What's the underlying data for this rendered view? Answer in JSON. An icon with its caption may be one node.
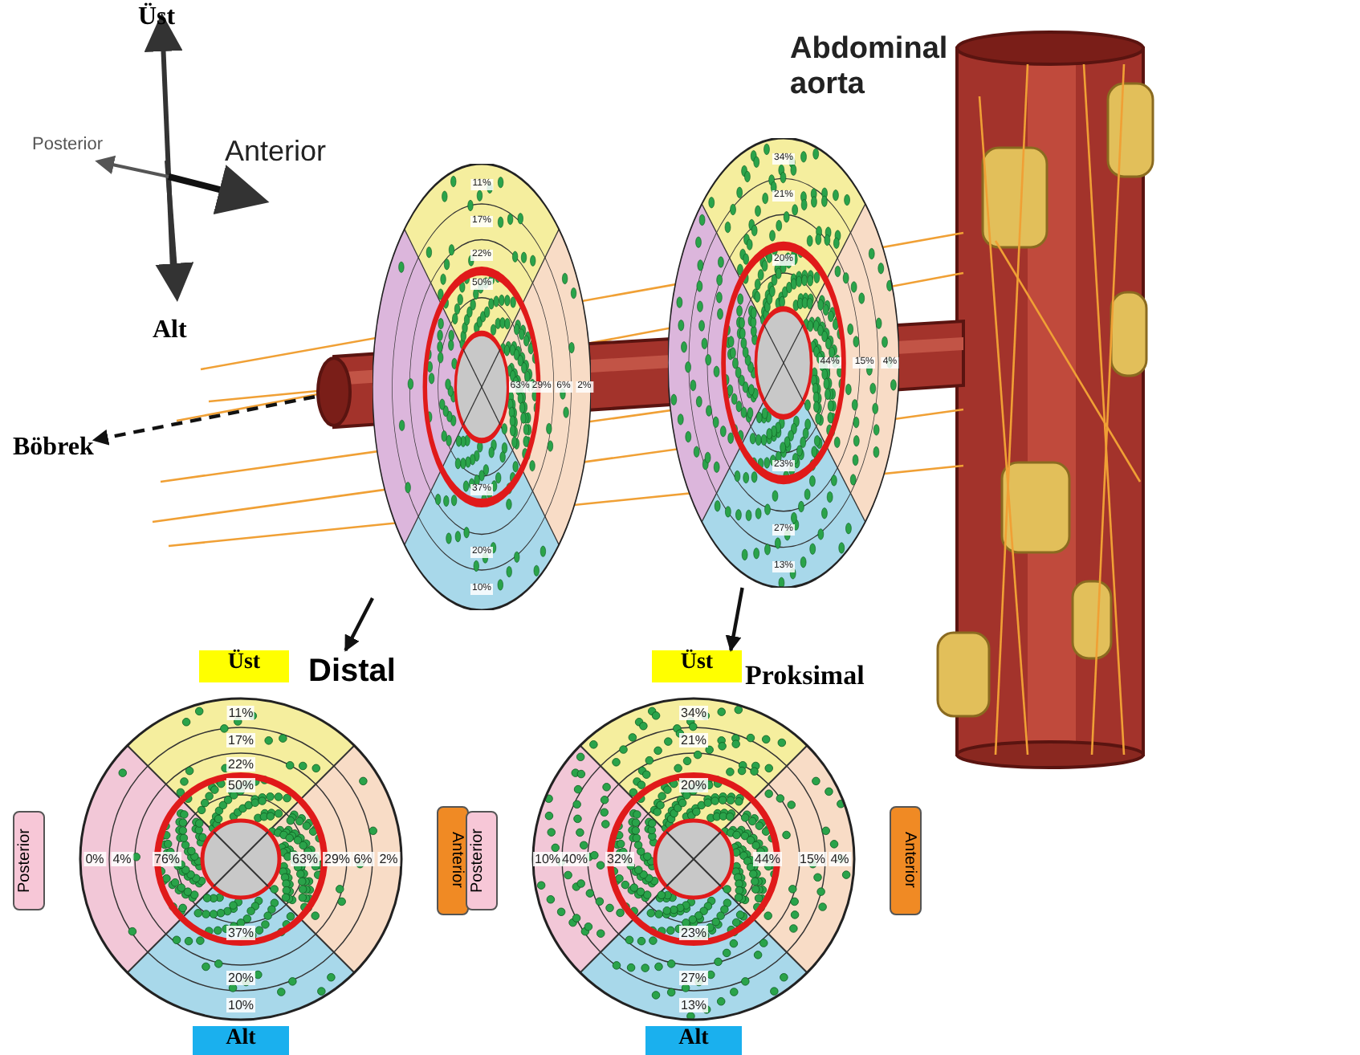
{
  "diagram": {
    "nodes": [
      {
        "text": [
          "11%",
          "17%",
          "22%",
          "50%",
          "63%",
          "29%",
          "6%",
          "2%",
          "37%",
          "20%",
          "10%"
        ]
      },
      {
        "text": [
          "34%",
          "21%",
          "20%",
          "44%",
          "15%",
          "4%",
          "23%",
          "27%",
          "13%"
        ]
      },
      {
        "text": [
          "Distal",
          "11%",
          "17%",
          "22%",
          "50%",
          "0%",
          "4%",
          "76%",
          "63%",
          "29%",
          "6%",
          "2%",
          "37%",
          "20%",
          "10%"
        ]
      },
      {
        "text": [
          "Üst"
        ]
      },
      {
        "text": [
          "Posterior"
        ]
      },
      {
        "text": [
          "Anterior"
        ]
      },
      {
        "text": [
          "Alt"
        ]
      },
      {
        "text": [
          "Proksimal",
          "34%",
          "21%",
          "20%",
          "10%",
          "40%",
          "32%",
          "44%",
          "15%",
          "4%",
          "23%",
          "27%",
          "13%"
        ]
      },
      {
        "text": [
          "Üst"
        ]
      },
      {
        "text": [
          "Posterior"
        ]
      },
      {
        "text": [
          "Anterior"
        ]
      },
      {
        "text": [
          "Alt"
        ]
      },
      {
        "text": [
          "Böbrek"
        ]
      },
      {
        "text": [],
        "shape": "cylinder"
      }
    ],
    "edges": [
      {
        "from": 0,
        "to": 2,
        "arrow": "to"
      },
      {
        "from": 1,
        "to": 7,
        "arrow": "to"
      },
      {
        "from": 13,
        "to": 12,
        "arrow": "to",
        "style": "dashed"
      }
    ],
    "labels": [
      "Üst",
      "Abdominal aorta",
      "Posterior",
      "Anterior",
      "Alt"
    ]
  }
}
